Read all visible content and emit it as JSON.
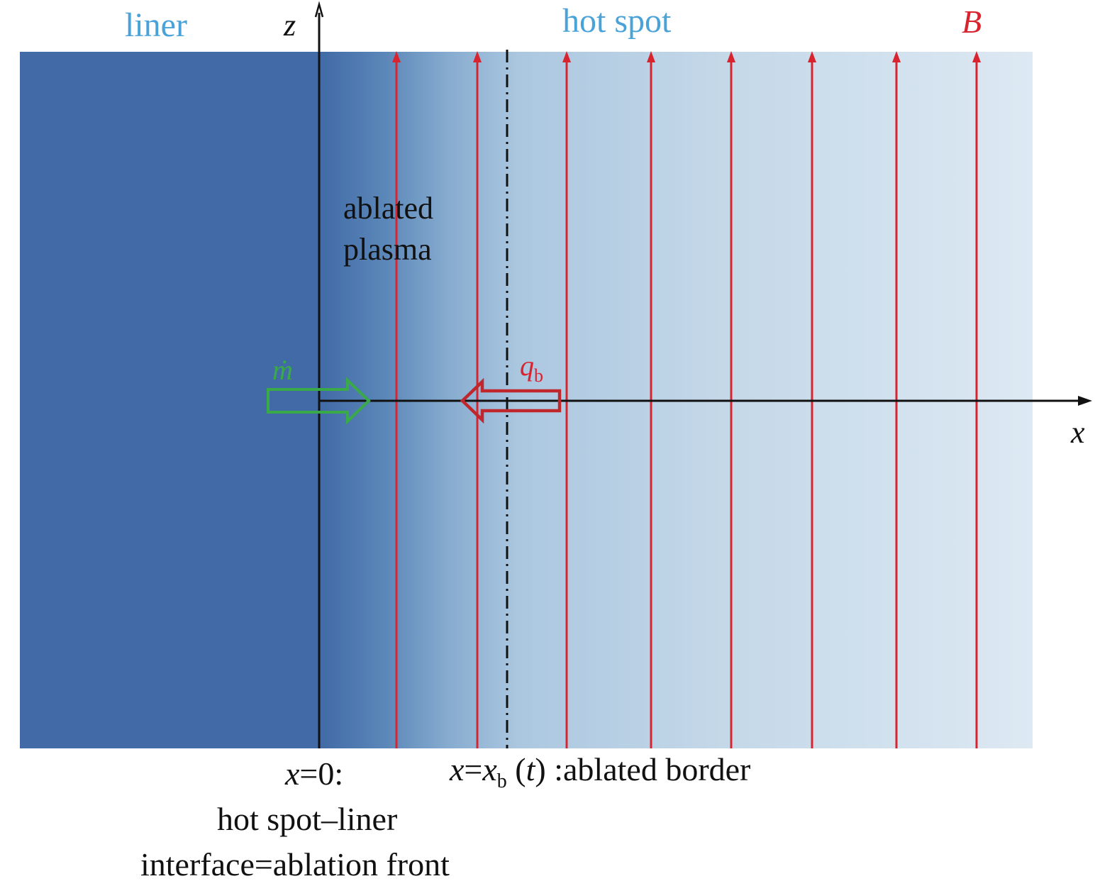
{
  "labels": {
    "liner": "liner",
    "hot_spot": "hot spot",
    "b_field": "B",
    "z_axis": "z",
    "x_axis": "x",
    "ablated_line1": "ablated",
    "ablated_line2": "plasma",
    "mdot": "ṁ",
    "qb_q": "q",
    "qb_sub": "b",
    "origin_x": "x",
    "origin_rest": "=0:",
    "origin_line2": "hot spot–liner",
    "origin_line3": "interface=ablation front",
    "border_x1": "x",
    "border_eq": "=",
    "border_x2": "x",
    "border_sub": "b",
    "border_open": " (",
    "border_t": "t",
    "border_close": ") :ablated border"
  },
  "colors": {
    "liner": "#416aa6",
    "hot_spot_light": "#dce8f3",
    "field_lines": "#d8242f",
    "mdot_arrow": "#3aaa49",
    "qb_arrow": "#c0272d",
    "text_blue": "#4aa3d8"
  }
}
